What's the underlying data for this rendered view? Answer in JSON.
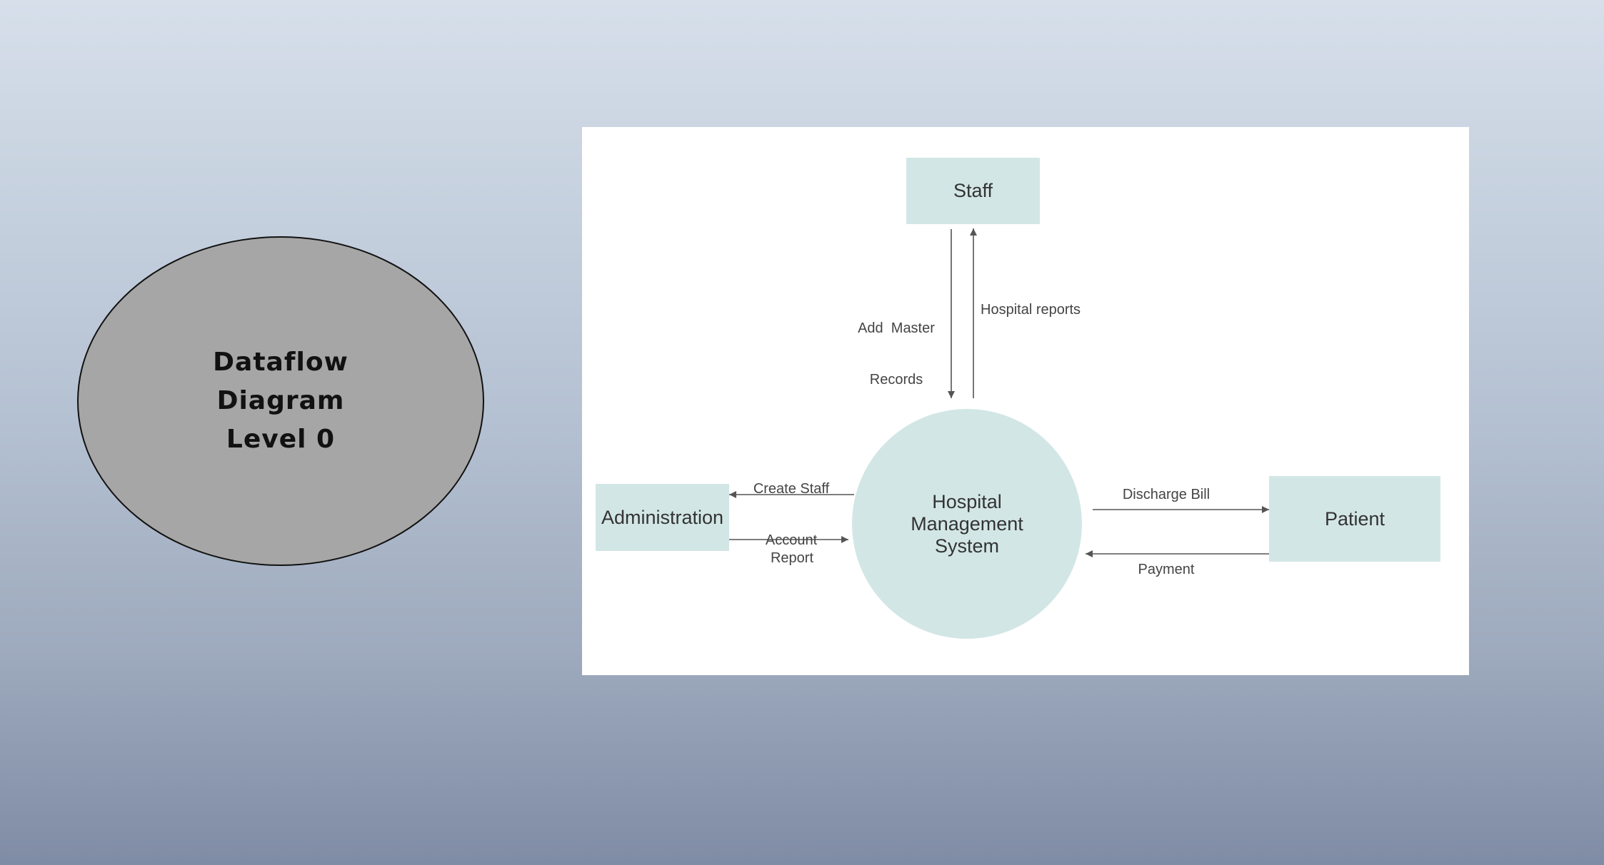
{
  "title": {
    "lines": [
      "Dataflow",
      "Diagram",
      "Level 0"
    ]
  },
  "diagram": {
    "entities": {
      "staff": "Staff",
      "administration": "Administration",
      "patient": "Patient"
    },
    "process": {
      "lines": [
        "Hospital",
        "Management",
        "System"
      ]
    },
    "flows": {
      "add_master_records": [
        "Add  Master",
        "Records"
      ],
      "hospital_reports": "Hospital reports",
      "create_staff_account": [
        "Create Staff",
        "Account"
      ],
      "report": "Report",
      "discharge_bill": "Discharge Bill",
      "payment": "Payment"
    }
  },
  "colors": {
    "entity_fill": "#d3e6e6",
    "title_ellipse_fill": "#a6a6a6",
    "arrow": "#555555"
  }
}
